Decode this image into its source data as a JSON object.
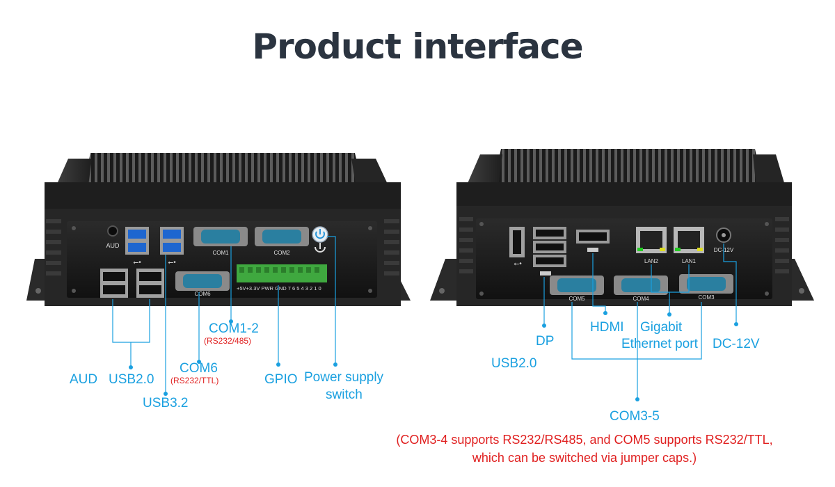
{
  "title": "Product interface",
  "colors": {
    "label": "#1aa0e0",
    "note": "#e02020",
    "title": "#2b3440",
    "chassis": "#232323"
  },
  "front": {
    "port_markings": {
      "aud": "AUD",
      "com1": "COM1",
      "com2": "COM2",
      "com6": "COM6",
      "gpio": "+5V+3.3V PWR GND 7 6 5 4 3 2 1 0"
    },
    "labels": {
      "aud": "AUD",
      "usb20": "USB2.0",
      "usb32": "USB3.2",
      "com12": "COM1-2",
      "com12_sub": "(RS232/485)",
      "com6": "COM6",
      "com6_sub": "(RS232/TTL)",
      "gpio": "GPIO",
      "power_line1": "Power supply",
      "power_line2": "switch"
    }
  },
  "rear": {
    "port_markings": {
      "lan2": "LAN2",
      "lan1": "LAN1",
      "dc": "DC-12V",
      "com5": "COM5",
      "com4": "COM4",
      "com3": "COM3"
    },
    "labels": {
      "dp": "DP",
      "usb20": "USB2.0",
      "hdmi": "HDMI",
      "gigabit_line1": "Gigabit",
      "gigabit_line2": "Ethernet port",
      "dc": "DC-12V",
      "com35": "COM3-5"
    }
  },
  "note": {
    "line1": "(COM3-4 supports RS232/RS485, and COM5 supports RS232/TTL,",
    "line2": "which can be switched via jumper caps.)"
  }
}
